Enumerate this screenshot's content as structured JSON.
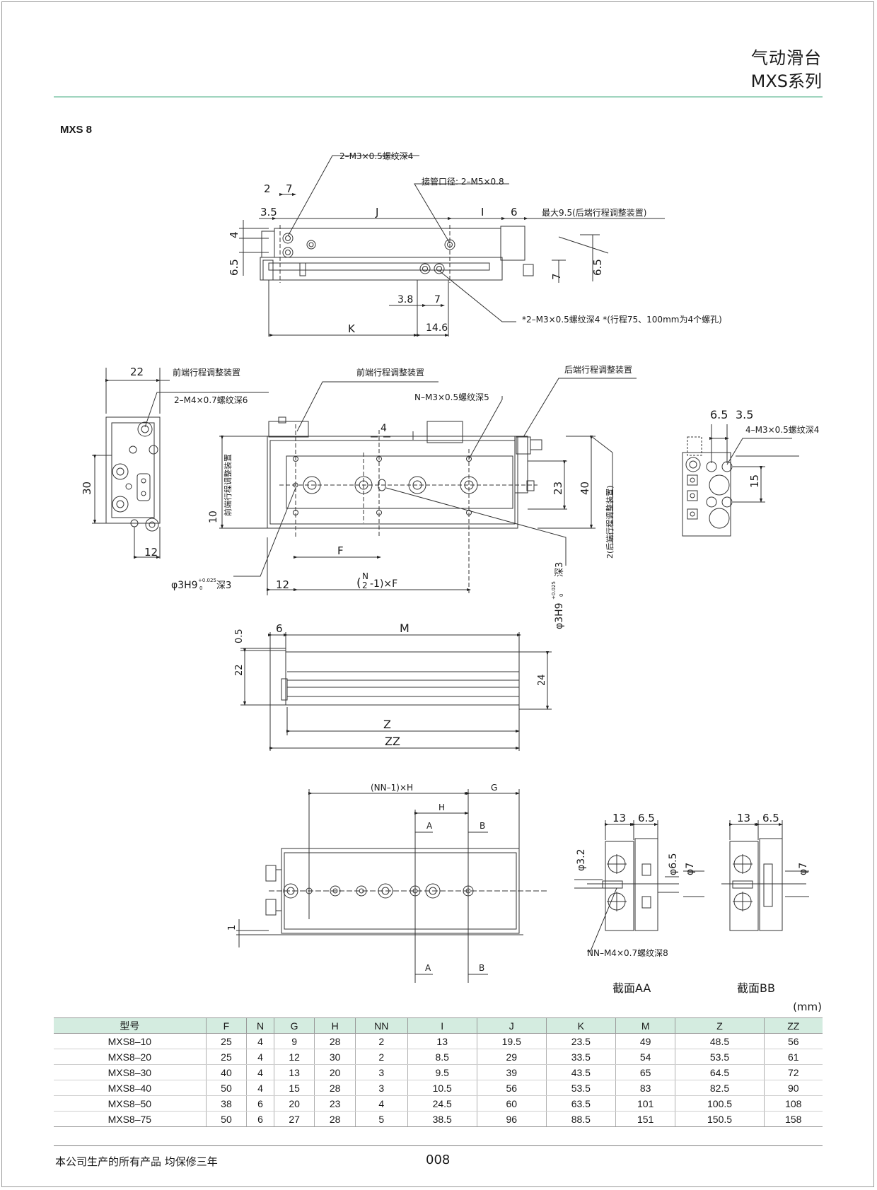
{
  "header": {
    "title_cn": "气动滑台",
    "series": "MXS系列"
  },
  "model_heading": "MXS 8",
  "top_view": {
    "callout_tapped_1": "2–M3×0.5螺纹深4",
    "port_label": "接管口径: 2–M5×0.8",
    "callout_max_stroke": "最大9.5(后端行程调整装置)",
    "callout_tapped_2": "*2–M3×0.5螺纹深4  *(行程75、100mm为4个螺孔)",
    "dim_2": "2",
    "dim_7": "7",
    "dim_3_5": "3.5",
    "dim_J": "J",
    "dim_I": "I",
    "dim_6": "6",
    "dim_4": "4",
    "dim_6_5_left": "6.5",
    "dim_6_5_right": "6.5",
    "dim_7_right": "7",
    "dim_3_8": "3.8",
    "dim_7_bottom": "7",
    "dim_K": "K",
    "dim_14_6": "14.6"
  },
  "front_view": {
    "dim_22": "22",
    "label_front_adjuster_1": "前端行程调整装置",
    "callout_m4": "2–M4×0.7螺纹深6",
    "label_front_adjuster_2": "前端行程调整装置",
    "label_rear_adjuster": "后端行程调整装置",
    "callout_nm3": "N–M3×0.5螺纹深5",
    "dim_30": "30",
    "dim_12_left": "12",
    "callout_pin_left": "φ3H9",
    "pin_tol": "+0.025",
    "pin_tol_zero": "0",
    "pin_depth": "深3",
    "label_vertical_front": "前端行程调整装置",
    "dim_10": "10",
    "dim_4": "4",
    "dim_23": "23",
    "dim_40": "40",
    "label_vertical_rear": "2(后端行程调整装置)",
    "dim_F": "F",
    "dim_12_bottom": "12",
    "dim_N_expr_num": "N",
    "dim_N_expr_den": "2",
    "dim_N_expr": "-1)×F",
    "callout_pin_right": "φ3H9"
  },
  "end_view": {
    "dim_6_5": "6.5",
    "dim_3_5": "3.5",
    "callout_m3": "4–M3×0.5螺纹深4",
    "dim_15": "15"
  },
  "side_view": {
    "dim_6": "6",
    "dim_M": "M",
    "dim_0_5": "0.5",
    "dim_22": "22",
    "dim_24": "24",
    "dim_Z": "Z",
    "dim_ZZ": "ZZ"
  },
  "bottom_view": {
    "dim_nn_h": "(NN–1)×H",
    "dim_G": "G",
    "dim_H": "H",
    "label_A_top": "A",
    "label_B_top": "B",
    "label_A_bottom": "A",
    "label_B_bottom": "B",
    "dim_1": "1"
  },
  "sections": {
    "aa_13": "13",
    "aa_6_5": "6.5",
    "aa_phi_3_2": "φ3.2",
    "aa_phi_6_5": "φ6.5",
    "aa_phi_7": "φ7",
    "callout_nn_m4": "NN–M4×0.7螺纹深8",
    "caption_aa": "截面AA",
    "bb_13": "13",
    "bb_6_5": "6.5",
    "bb_phi_7": "φ7",
    "caption_bb": "截面BB"
  },
  "table": {
    "unit": "(mm)",
    "headers": [
      "型号",
      "F",
      "N",
      "G",
      "H",
      "NN",
      "I",
      "J",
      "K",
      "M",
      "Z",
      "ZZ"
    ],
    "rows": [
      [
        "MXS8–10",
        "25",
        "4",
        "9",
        "28",
        "2",
        "13",
        "19.5",
        "23.5",
        "49",
        "48.5",
        "56"
      ],
      [
        "MXS8–20",
        "25",
        "4",
        "12",
        "30",
        "2",
        "8.5",
        "29",
        "33.5",
        "54",
        "53.5",
        "61"
      ],
      [
        "MXS8–30",
        "40",
        "4",
        "13",
        "20",
        "3",
        "9.5",
        "39",
        "43.5",
        "65",
        "64.5",
        "72"
      ],
      [
        "MXS8–40",
        "50",
        "4",
        "15",
        "28",
        "3",
        "10.5",
        "56",
        "53.5",
        "83",
        "82.5",
        "90"
      ],
      [
        "MXS8–50",
        "38",
        "6",
        "20",
        "23",
        "4",
        "24.5",
        "60",
        "63.5",
        "101",
        "100.5",
        "108"
      ],
      [
        "MXS8–75",
        "50",
        "6",
        "27",
        "28",
        "5",
        "38.5",
        "96",
        "88.5",
        "151",
        "150.5",
        "158"
      ]
    ]
  },
  "footer": {
    "warranty": "本公司生产的所有产品  均保修三年",
    "page_number": "008"
  }
}
